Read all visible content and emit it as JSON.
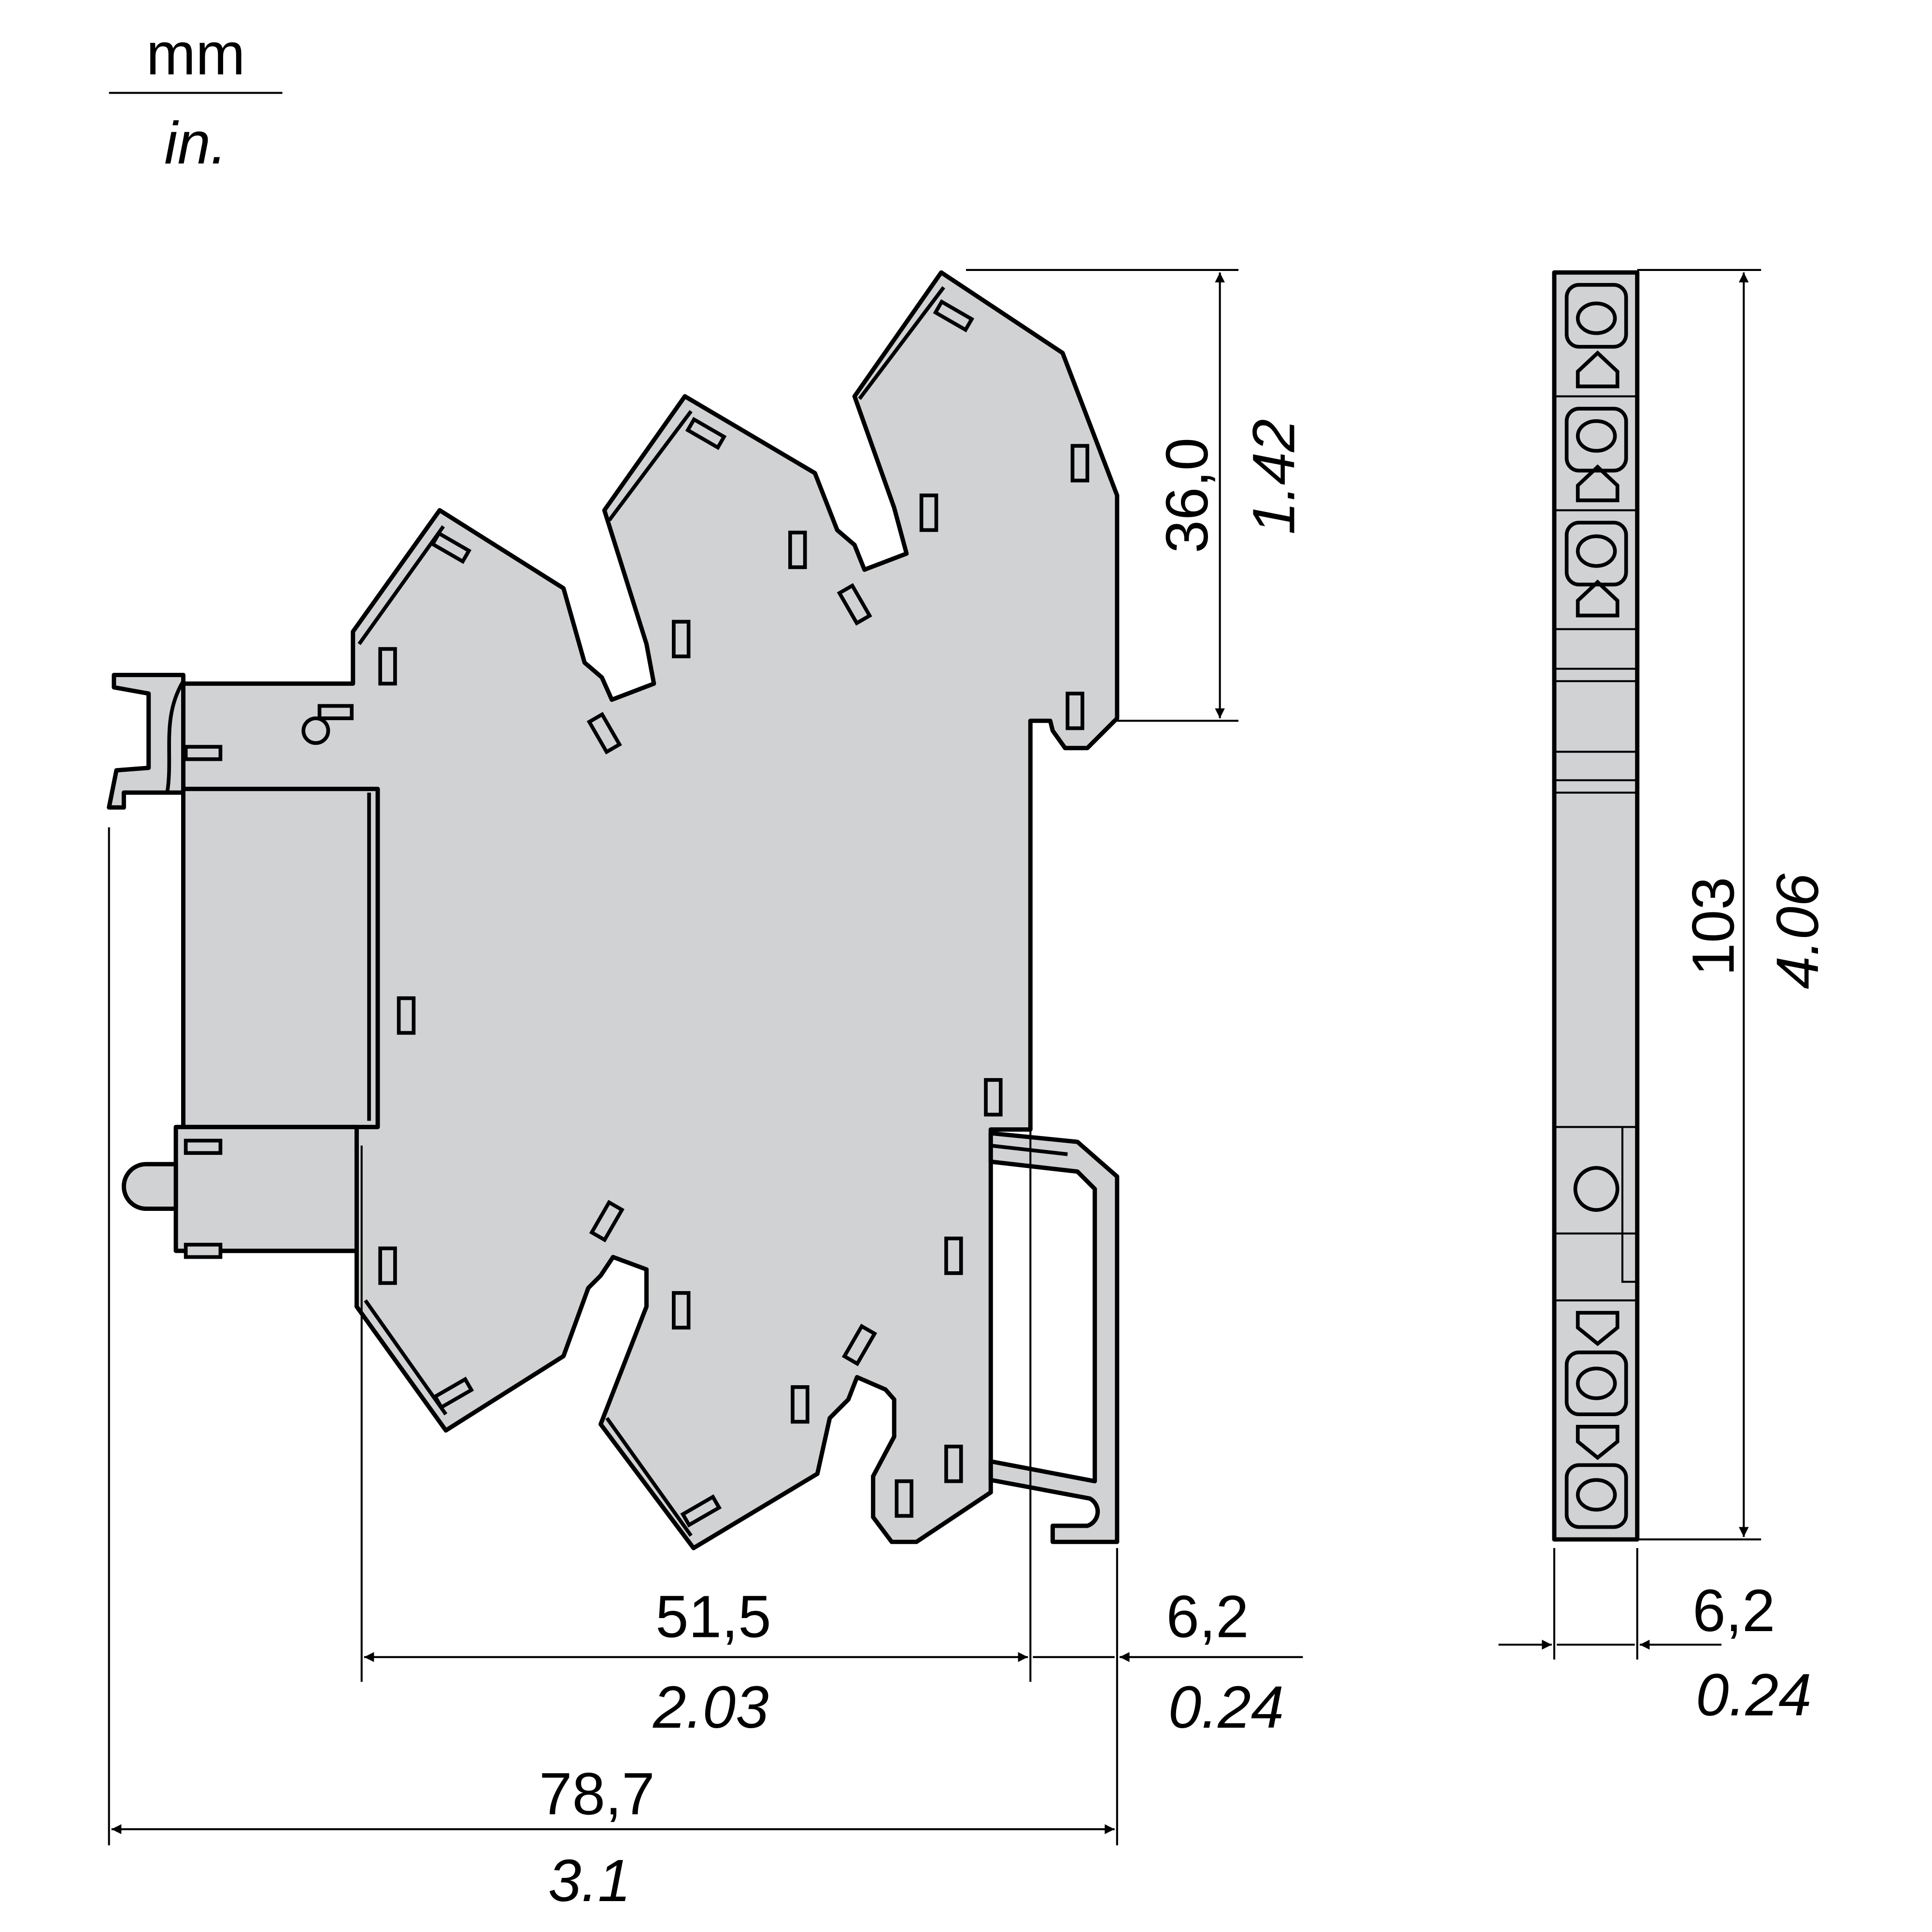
{
  "units": {
    "primary": "mm",
    "secondary": "in."
  },
  "dimensions": {
    "height_top": {
      "mm": "36,0",
      "in": "1.42"
    },
    "total_height": {
      "mm": "103",
      "in": "4.06"
    },
    "body_depth": {
      "mm": "51,5",
      "in": "2.03"
    },
    "rail_offset": {
      "mm": "6,2",
      "in": "0.24"
    },
    "width": {
      "mm": "6,2",
      "in": "0.24"
    },
    "total_depth": {
      "mm": "78,7",
      "in": "3.1"
    }
  },
  "colors": {
    "body": "#d1d2d4",
    "line": "#000000"
  }
}
